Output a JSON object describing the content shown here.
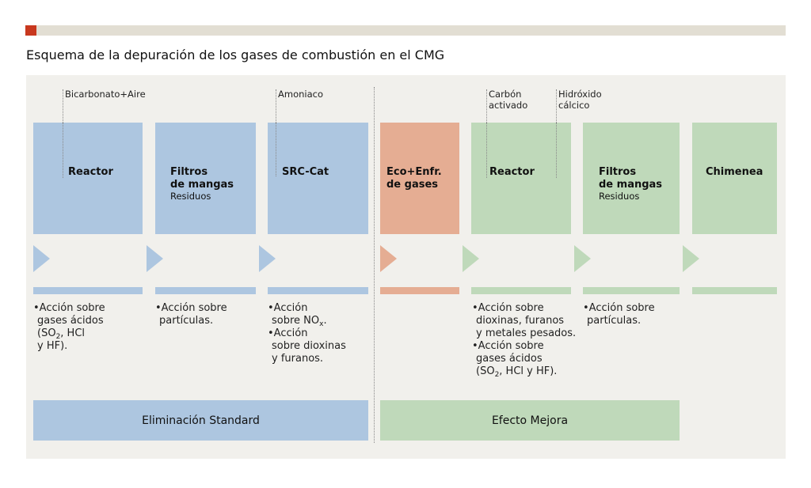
{
  "title": "Esquema de la depuración de los gases de combustión en el CMG",
  "colors": {
    "standard": "#adc6e0",
    "cooling": "#e5ad93",
    "mejora": "#bfd9ba",
    "accent": "#c8381e"
  },
  "inputs": {
    "bicarbonato": "Bicarbonato+Aire",
    "amoniaco": "Amoniaco",
    "carbon_1": "Carbón",
    "carbon_2": "activado",
    "hidroxido_1": "Hidróxido",
    "hidroxido_2": "cálcico"
  },
  "stages": [
    {
      "name": "Reactor"
    },
    {
      "name_1": "Filtros",
      "name_2": "de mangas",
      "sub": "Residuos"
    },
    {
      "name": "SRC-Cat"
    },
    {
      "name_1": "Eco+Enfr.",
      "name_2": "de gases"
    },
    {
      "name": "Reactor"
    },
    {
      "name_1": "Filtros",
      "name_2": "de mangas",
      "sub": "Residuos"
    },
    {
      "name": "Chimenea"
    }
  ],
  "descriptions": {
    "d1": [
      "•Acción sobre",
      "gases ácidos",
      "(SO",
      "2",
      ", HCl",
      "y HF)."
    ],
    "d2": [
      "•Acción sobre",
      "partículas."
    ],
    "d3": [
      "•Acción",
      "sobre NO",
      "x",
      ".",
      "•Acción",
      "sobre dioxinas",
      "y furanos."
    ],
    "d5": [
      "•Acción sobre",
      "dioxinas, furanos",
      "y metales pesados.",
      "•Acción sobre",
      "gases ácidos",
      "(SO",
      "2",
      ", HCl y HF)."
    ],
    "d6": [
      "•Acción sobre",
      "partículas."
    ]
  },
  "groups": {
    "standard": "Eliminación Standard",
    "mejora": "Efecto Mejora"
  }
}
